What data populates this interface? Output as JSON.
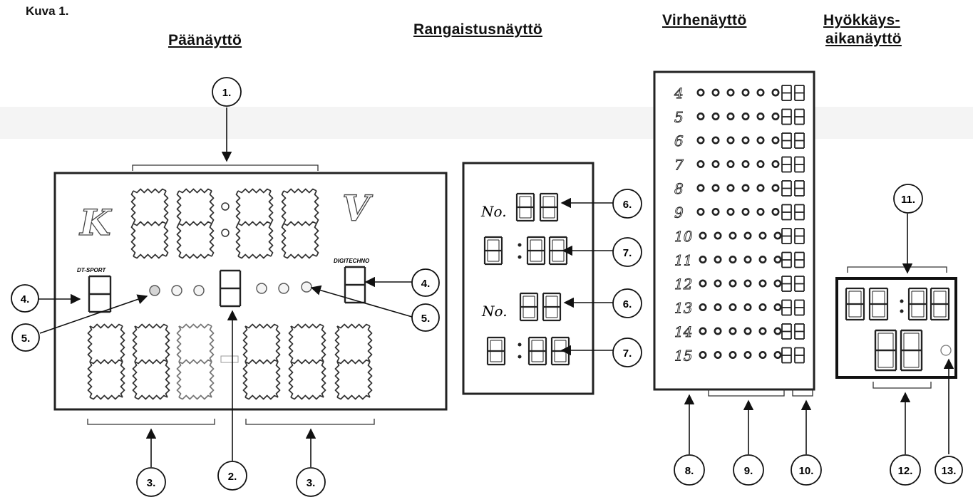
{
  "caption": "Kuva 1.",
  "titles": {
    "main": "Päänäyttö",
    "penalty": "Rangaistusnäyttö",
    "foul": "Virhenäyttö",
    "attack_line1": "Hyökkäys-",
    "attack_line2": "aikanäyttö"
  },
  "main_display": {
    "home_letter": "K",
    "guest_letter": "V",
    "home_brand": "DT-SPORT",
    "guest_brand": "DIGITECHNO"
  },
  "penalty_display": {
    "no_label": "No."
  },
  "foul_display": {
    "player_numbers": [
      "4",
      "5",
      "6",
      "7",
      "8",
      "9",
      "10",
      "11",
      "12",
      "13",
      "14",
      "15"
    ]
  },
  "callouts": [
    "1.",
    "2.",
    "3.",
    "4.",
    "5.",
    "6.",
    "7.",
    "8.",
    "9.",
    "10.",
    "11.",
    "12.",
    "13."
  ]
}
